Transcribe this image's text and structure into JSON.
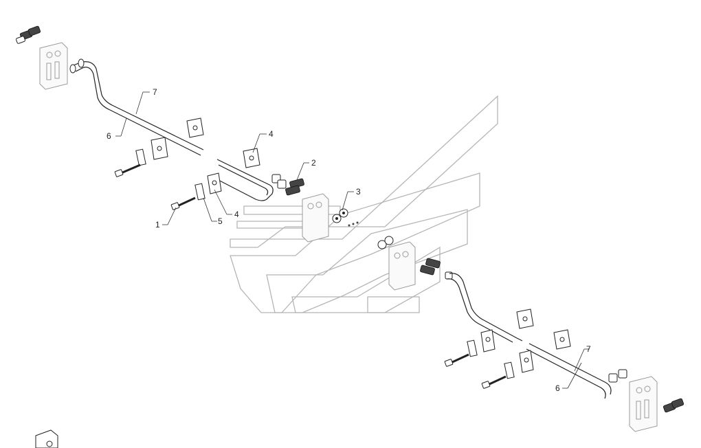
{
  "callouts": {
    "c1": "1",
    "c2": "2",
    "c3": "3",
    "c4a": "4",
    "c4b": "4",
    "c5": "5",
    "c6a": "6",
    "c7a": "7",
    "c6b": "6",
    "c7b": "7"
  },
  "colors": {
    "line": "#222222",
    "watermark": "#b5b5b5",
    "background": "#ffffff"
  }
}
